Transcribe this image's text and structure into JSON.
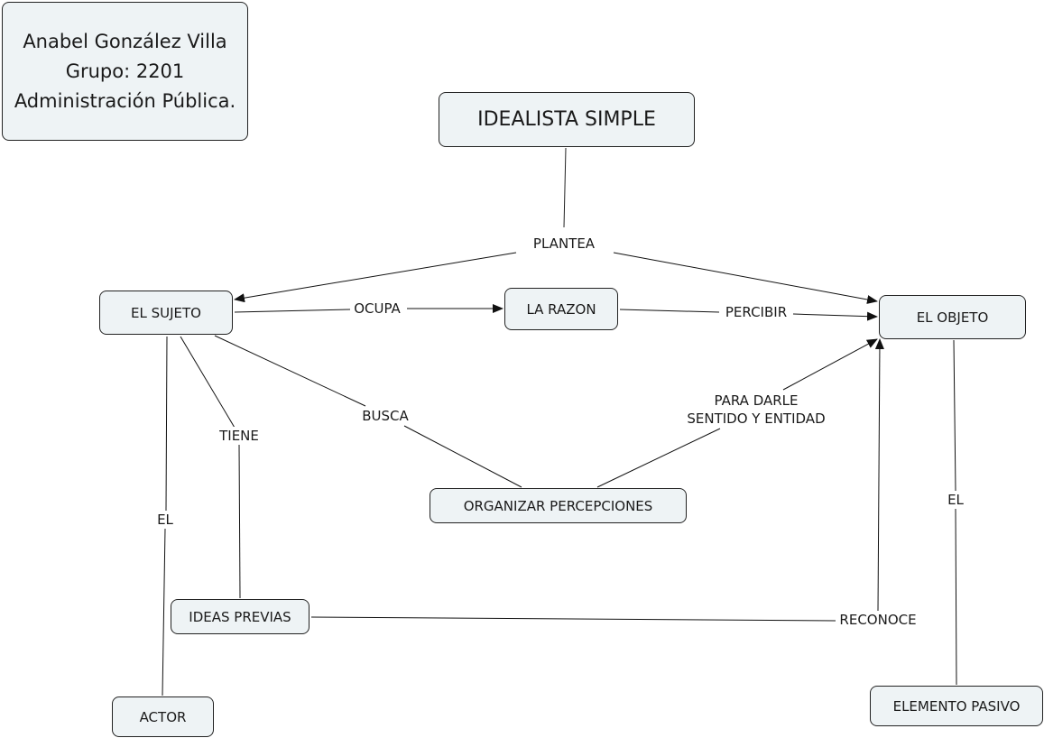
{
  "author_box": {
    "lines": "Anabel González Villa\nGrupo: 2201\nAdministración Pública."
  },
  "concepts": {
    "idealista": "IDEALISTA SIMPLE",
    "sujeto": "EL SUJETO",
    "razon": "LA RAZON",
    "objeto": "EL OBJETO",
    "organizar": "ORGANIZAR PERCEPCIONES",
    "ideas": "IDEAS PREVIAS",
    "actor": "ACTOR",
    "pasivo": "ELEMENTO PASIVO"
  },
  "linking_phrases": {
    "plantea": "PLANTEA",
    "ocupa": "OCUPA",
    "percibir": "PERCIBIR",
    "busca": "BUSCA",
    "para_darle": "PARA DARLE\nSENTIDO Y ENTIDAD",
    "tiene": "TIENE",
    "el_sujeto": "EL",
    "el_objeto": "EL",
    "reconoce": "RECONOCE"
  },
  "colors": {
    "node_fill": "#eef3f5",
    "line": "#111111"
  }
}
